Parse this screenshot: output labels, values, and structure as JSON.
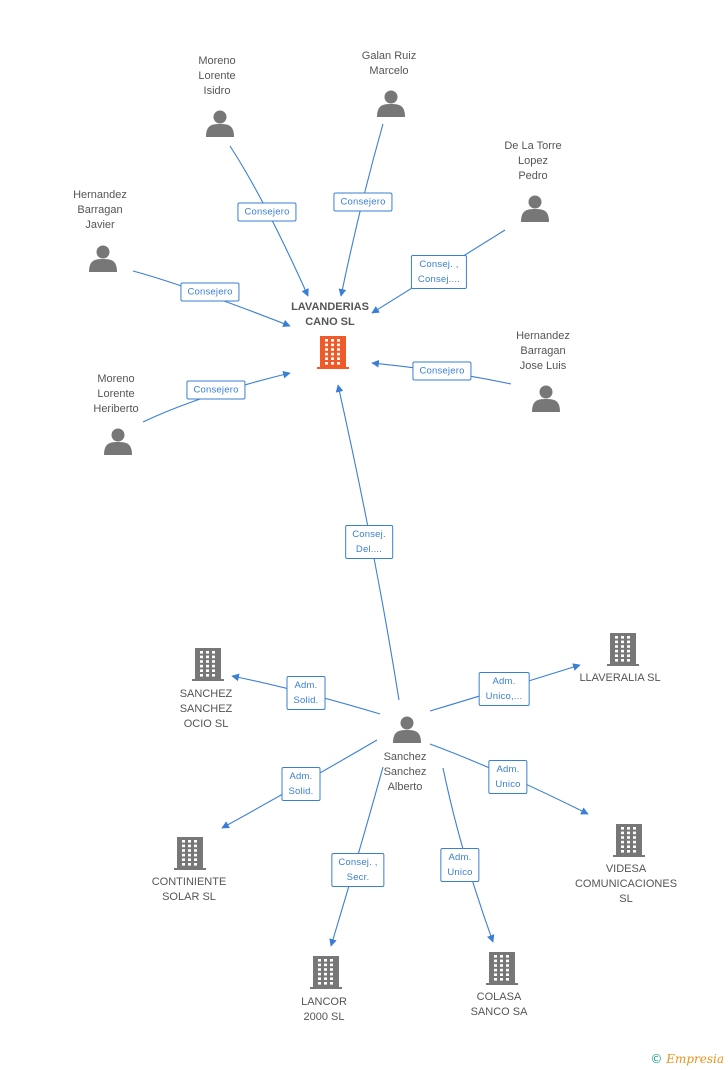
{
  "colors": {
    "edge": "#3a7fd5",
    "person": "#777777",
    "company": "#777777",
    "center": "#f05a28"
  },
  "center": {
    "label": "LAVANDERIAS\nCANO SL",
    "icon": "building-icon"
  },
  "persons": [
    {
      "id": "moreno-lorente-isidro",
      "label": "Moreno\nLorente\nIsidro",
      "icon": "person-icon"
    },
    {
      "id": "galan-ruiz-marcelo",
      "label": "Galan Ruiz\nMarcelo",
      "icon": "person-icon"
    },
    {
      "id": "de-la-torre-lopez-pedro",
      "label": "De La Torre\nLopez\nPedro",
      "icon": "person-icon"
    },
    {
      "id": "hernandez-barragan-javier",
      "label": "Hernandez\nBarragan\nJavier",
      "icon": "person-icon"
    },
    {
      "id": "hernandez-barragan-jose-luis",
      "label": "Hernandez\nBarragan\nJose Luis",
      "icon": "person-icon"
    },
    {
      "id": "moreno-lorente-heriberto",
      "label": "Moreno\nLorente\nHeriberto",
      "icon": "person-icon"
    },
    {
      "id": "sanchez-sanchez-alberto",
      "label": "Sanchez\nSanchez\nAlberto",
      "icon": "person-icon"
    }
  ],
  "companies": [
    {
      "id": "sanchez-sanchez-ocio",
      "label": "SANCHEZ\nSANCHEZ\nOCIO SL",
      "icon": "building-icon"
    },
    {
      "id": "llaveralia",
      "label": "LLAVERALIA SL",
      "icon": "building-icon"
    },
    {
      "id": "continiente-solar",
      "label": "CONTINIENTE\nSOLAR SL",
      "icon": "building-icon"
    },
    {
      "id": "videsa",
      "label": "VIDESA\nCOMUNICACIONES SL",
      "icon": "building-icon"
    },
    {
      "id": "lancor-2000",
      "label": "LANCOR\n2000 SL",
      "icon": "building-icon"
    },
    {
      "id": "colasa-sanco",
      "label": "COLASA\nSANCO SA",
      "icon": "building-icon"
    }
  ],
  "edges": [
    {
      "from": "moreno-lorente-isidro",
      "to": "center",
      "label": "Consejero"
    },
    {
      "from": "galan-ruiz-marcelo",
      "to": "center",
      "label": "Consejero"
    },
    {
      "from": "de-la-torre-lopez-pedro",
      "to": "center",
      "label": "Consej. ,\nConsej...."
    },
    {
      "from": "hernandez-barragan-javier",
      "to": "center",
      "label": "Consejero"
    },
    {
      "from": "hernandez-barragan-jose-luis",
      "to": "center",
      "label": "Consejero"
    },
    {
      "from": "moreno-lorente-heriberto",
      "to": "center",
      "label": "Consejero"
    },
    {
      "from": "sanchez-sanchez-alberto",
      "to": "center",
      "label": "Consej.\nDel...."
    },
    {
      "from": "sanchez-sanchez-alberto",
      "to": "sanchez-sanchez-ocio",
      "label": "Adm.\nSolid."
    },
    {
      "from": "sanchez-sanchez-alberto",
      "to": "llaveralia",
      "label": "Adm.\nUnico,..."
    },
    {
      "from": "sanchez-sanchez-alberto",
      "to": "continiente-solar",
      "label": "Adm.\nSolid."
    },
    {
      "from": "sanchez-sanchez-alberto",
      "to": "videsa",
      "label": "Adm.\nUnico"
    },
    {
      "from": "sanchez-sanchez-alberto",
      "to": "lancor-2000",
      "label": "Consej. ,\nSecr."
    },
    {
      "from": "sanchez-sanchez-alberto",
      "to": "colasa-sanco",
      "label": "Adm.\nUnico"
    }
  ],
  "brand": {
    "copyright": "©",
    "name": "Empresia"
  }
}
